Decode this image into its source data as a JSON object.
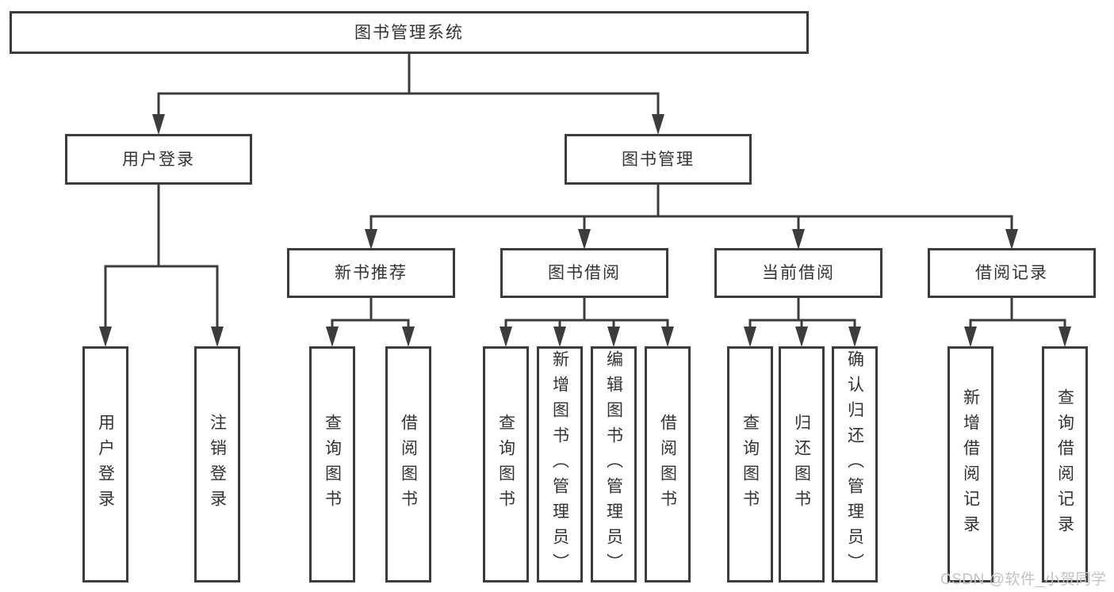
{
  "diagram": {
    "root": {
      "label": "图书管理系统"
    },
    "branches": [
      {
        "label": "用户登录",
        "children": [
          {
            "label": "用户登录"
          },
          {
            "label": "注销登录"
          }
        ]
      },
      {
        "label": "图书管理",
        "children": [
          {
            "label": "新书推荐",
            "children": [
              {
                "label": "查询图书"
              },
              {
                "label": "借阅图书"
              }
            ]
          },
          {
            "label": "图书借阅",
            "children": [
              {
                "label": "查询图书"
              },
              {
                "label": "新增图书（管理员）"
              },
              {
                "label": "编辑图书（管理员）"
              },
              {
                "label": "借阅图书"
              }
            ]
          },
          {
            "label": "当前借阅",
            "children": [
              {
                "label": "查询图书"
              },
              {
                "label": "归还图书"
              },
              {
                "label": "确认归还（管理员）"
              }
            ]
          },
          {
            "label": "借阅记录",
            "children": [
              {
                "label": "新增借阅记录"
              },
              {
                "label": "查询借阅记录"
              }
            ]
          }
        ]
      }
    ]
  },
  "watermark": {
    "text": "CSDN @软件_小贺同学"
  },
  "colors": {
    "line": "#3c3c3c",
    "text": "#333333",
    "watermark": "#c3c3c3",
    "background": "#ffffff"
  }
}
